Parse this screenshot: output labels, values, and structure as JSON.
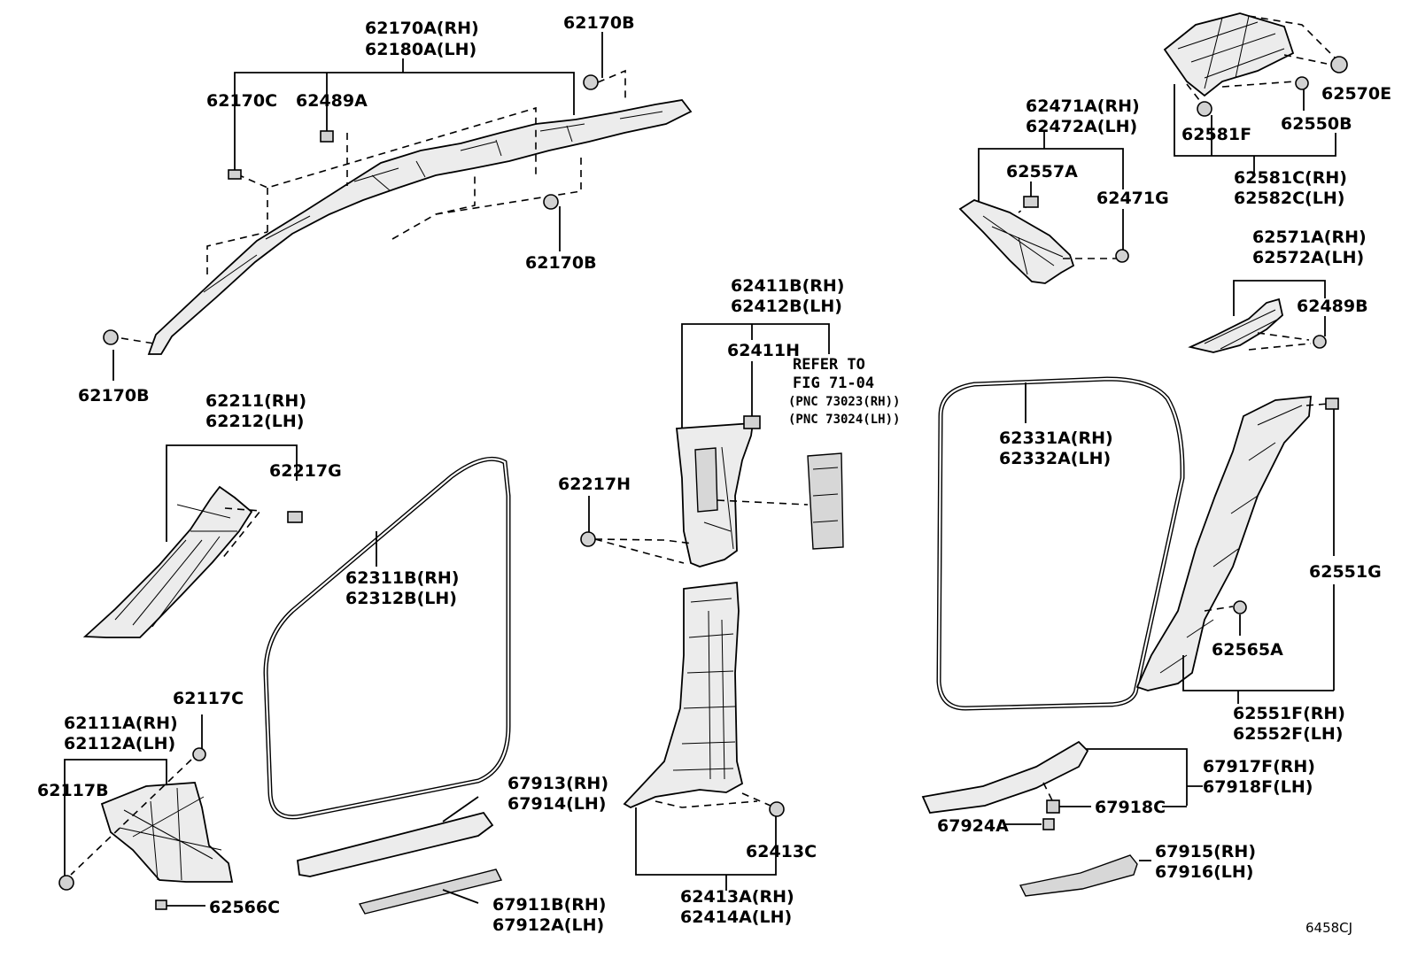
{
  "labels": {
    "p62170a_rh": "62170A(RH)",
    "p62180a_lh": "62180A(LH)",
    "p62170b_top": "62170B",
    "p62170c": "62170C",
    "p62489a": "62489A",
    "p62170b_mid": "62170B",
    "p62170b_left": "62170B",
    "p62211_rh": "62211(RH)",
    "p62212_lh": "62212(LH)",
    "p62217g": "62217G",
    "p62311b_rh": "62311B(RH)",
    "p62312b_lh": "62312B(LH)",
    "p62117c": "62117C",
    "p62111a_rh": "62111A(RH)",
    "p62112a_lh": "62112A(LH)",
    "p62117b": "62117B",
    "p62566c": "62566C",
    "p67913_rh": "67913(RH)",
    "p67914_lh": "67914(LH)",
    "p67911b_rh": "67911B(RH)",
    "p67912a_lh": "67912A(LH)",
    "p62217h": "62217H",
    "p62411b_rh": "62411B(RH)",
    "p62412b_lh": "62412B(LH)",
    "p62411h": "62411H",
    "refer_to": "REFER TO",
    "fig": "FIG 71-04",
    "pnc_rh": "(PNC 73023(RH))",
    "pnc_lh": "(PNC 73024(LH))",
    "p62413c": "62413C",
    "p62413a_rh": "62413A(RH)",
    "p62414a_lh": "62414A(LH)",
    "p62471a_rh": "62471A(RH)",
    "p62472a_lh": "62472A(LH)",
    "p62557a": "62557A",
    "p62471g": "62471G",
    "p62570e": "62570E",
    "p62581f": "62581F",
    "p62550b": "62550B",
    "p62581c_rh": "62581C(RH)",
    "p62582c_lh": "62582C(LH)",
    "p62571a_rh": "62571A(RH)",
    "p62572a_lh": "62572A(LH)",
    "p62489b": "62489B",
    "p62331a_rh": "62331A(RH)",
    "p62332a_lh": "62332A(LH)",
    "p62551g": "62551G",
    "p62565a": "62565A",
    "p62551f_rh": "62551F(RH)",
    "p62552f_lh": "62552F(LH)",
    "p67917f_rh": "67917F(RH)",
    "p67918f_lh": "67918F(LH)",
    "p67918c": "67918C",
    "p67924a": "67924A",
    "p67915_rh": "67915(RH)",
    "p67916_lh": "67916(LH)",
    "fig_code": "6458CJ"
  }
}
